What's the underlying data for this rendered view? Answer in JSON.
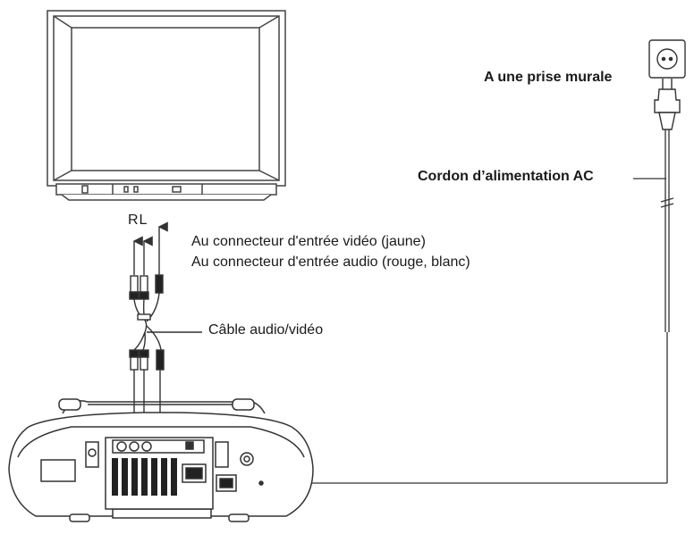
{
  "labels": {
    "wall_outlet": "A une prise murale",
    "power_cord": "Cordon d’alimentation AC",
    "video_input": "Au connecteur d'entrée vidéo (jaune)",
    "audio_input": "Au connecteur d'entrée audio (rouge, blanc)",
    "av_cable": "Câble audio/vidéo",
    "rl": "RL"
  },
  "colors": {
    "line": "#333333",
    "fill": "#ffffff",
    "dark": "#222222"
  }
}
